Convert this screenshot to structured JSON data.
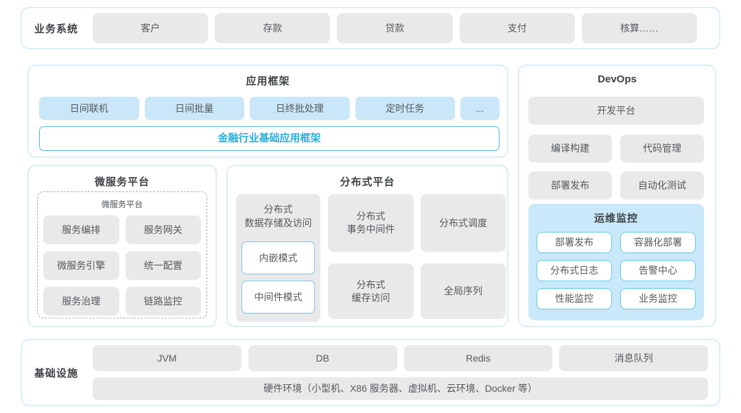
{
  "colors": {
    "panel_border": "#d9eef5",
    "gray_box": "#e9e9ea",
    "blue_box": "#c9e7f8",
    "monitor_bg": "#c9e8f9",
    "cyan_border": "#68cbdf",
    "mode_border": "#7fc3ea",
    "frame_border": "#49bcdc",
    "frame_text": "#29aeda",
    "text": "#55585c",
    "title_text": "#3d4245"
  },
  "business_systems": {
    "label": "业务系统",
    "items": [
      "客户",
      "存款",
      "贷款",
      "支付",
      "核算……"
    ]
  },
  "app_framework": {
    "title": "应用框架",
    "items": [
      "日间联机",
      "日间批量",
      "日终批处理",
      "定时任务",
      "..."
    ],
    "base_framework": "金融行业基础应用框架"
  },
  "devops": {
    "title": "DevOps",
    "wide_item": "开发平台",
    "items": [
      "编译构建",
      "代码管理",
      "部署发布",
      "自动化测试"
    ],
    "monitoring": {
      "title": "运维监控",
      "items": [
        "部署发布",
        "容器化部署",
        "分布式日志",
        "告警中心",
        "性能监控",
        "业务监控"
      ]
    }
  },
  "microservice": {
    "title": "微服务平台",
    "inner_title": "微服务平台",
    "items": [
      "服务编排",
      "服务网关",
      "微服务引擎",
      "统一配置",
      "服务治理",
      "链路监控"
    ]
  },
  "distributed": {
    "title": "分布式平台",
    "storage": {
      "title": [
        "分布式",
        "数据存储及访问"
      ],
      "modes": [
        "内嵌模式",
        "中间件模式"
      ]
    },
    "transaction": [
      "分布式",
      "事务中间件"
    ],
    "cache": [
      "分布式",
      "缓存访问"
    ],
    "schedule": "分布式调度",
    "sequence": "全局序列"
  },
  "infrastructure": {
    "label": "基础设施",
    "items": [
      "JVM",
      "DB",
      "Redis",
      "消息队列"
    ],
    "hardware": "硬件环境（小型机、X86 服务器、虚拟机、云环境、Docker 等）"
  }
}
